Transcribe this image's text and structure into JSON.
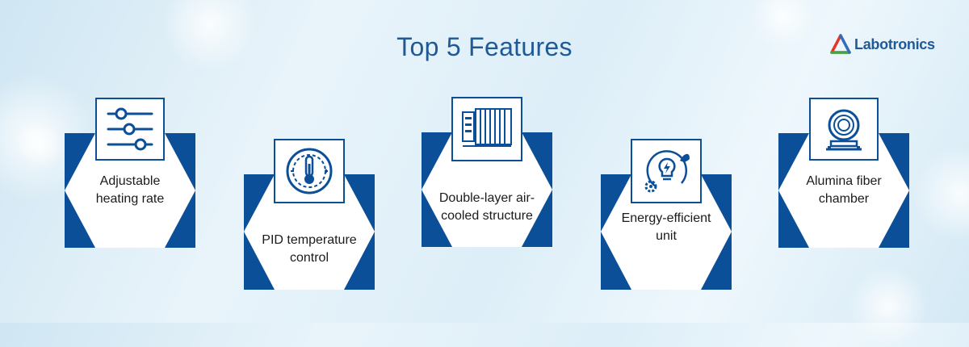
{
  "title": "Top 5 Features",
  "logo": {
    "text": "Labotronics",
    "icon": "triangle-logo-icon"
  },
  "colors": {
    "blue": "#0b4f98",
    "title": "#1f5a97"
  },
  "features": [
    {
      "label": "Adjustable heating rate",
      "icon": "sliders-icon"
    },
    {
      "label": "PID temperature control",
      "icon": "thermometer-dial-icon"
    },
    {
      "label": "Double-layer air-cooled structure",
      "icon": "cooling-unit-icon"
    },
    {
      "label": "Energy-efficient unit",
      "icon": "energy-bulb-gear-icon"
    },
    {
      "label": "Alumina fiber chamber",
      "icon": "chamber-icon"
    }
  ]
}
